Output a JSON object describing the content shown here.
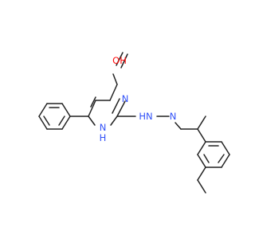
{
  "atoms": {
    "oh": "OH",
    "n_upper": "N",
    "nh_ring": "N",
    "nh_ring_h": "H",
    "n_hydrazine": "N",
    "hn_hydrazine": "HN"
  },
  "colors": {
    "oxygen": "#ff0d0d",
    "nitrogen": "#3050f8",
    "bond": "#222222",
    "background": "#ffffff"
  }
}
